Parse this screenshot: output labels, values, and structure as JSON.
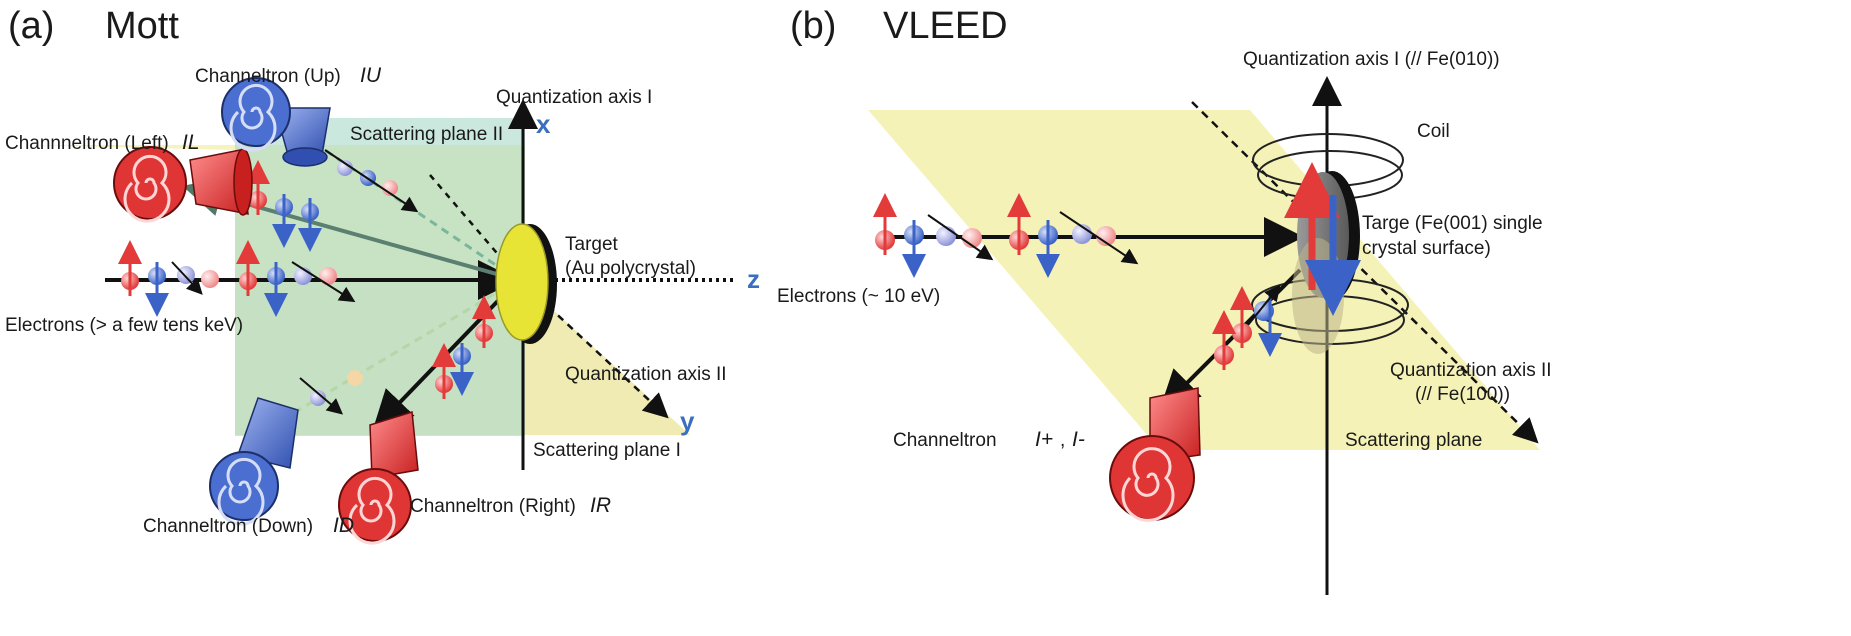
{
  "colors": {
    "plane_yellow": "#f4f1b0",
    "plane_green": "#a9d8c8",
    "spin_up_red": "#e33a3a",
    "spin_down_blue": "#3a62c7",
    "channeltron_red": "#e03535",
    "channeltron_blue": "#4a6fd0",
    "axis_blue": "#3a6fc0",
    "target_yellow": "#e8e436",
    "target_grey": "#6d6d6d"
  },
  "panel_a": {
    "label": "(a)",
    "title": "Mott",
    "channeltron_up": "Channeltron (Up)",
    "current_up": "IU",
    "channeltron_left": "Channneltron (Left)",
    "current_left": "IL",
    "channeltron_down": "Channeltron (Down)",
    "current_down": "ID",
    "channeltron_right": "Channeltron (Right)",
    "current_right": "IR",
    "quantization_axis_1": "Quantization axis I",
    "quantization_axis_2": "Quantization axis II",
    "scattering_plane_1": "Scattering plane I",
    "scattering_plane_2": "Scattering plane II",
    "target_line1": "Target",
    "target_line2": "(Au polycrystal)",
    "electrons": "Electrons (> a few tens keV)",
    "axis_x": "x",
    "axis_y": "y",
    "axis_z": "z"
  },
  "panel_b": {
    "label": "(b)",
    "title": "VLEED",
    "quantization_axis_1": "Quantization axis I (// Fe(010))",
    "quantization_axis_2_line1": "Quantization axis II",
    "quantization_axis_2_line2": "(// Fe(100))",
    "coil": "Coil",
    "target_line1": "Targe (Fe(001) single",
    "target_line2": "crystal surface)",
    "electrons": "Electrons (~ 10 eV)",
    "channeltron": "Channeltron",
    "current_plus": "I+",
    "current_minus": "I-",
    "current_separator": ",",
    "scattering_plane": "Scattering plane"
  }
}
